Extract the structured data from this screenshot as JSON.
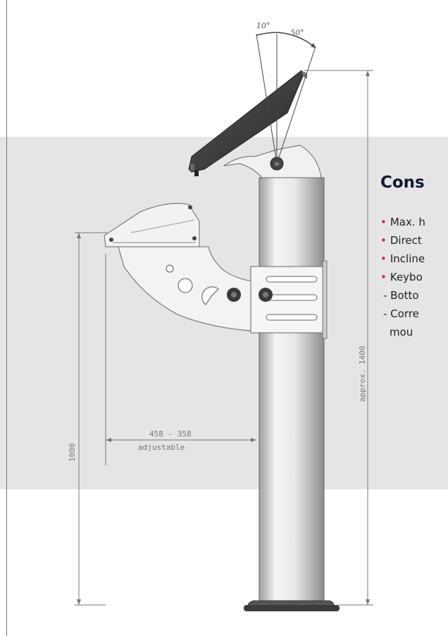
{
  "angles": {
    "back_tilt": "10°",
    "forward_tilt": "50°"
  },
  "dimensions": {
    "total_height": "approx. 1400",
    "base_height": "1000",
    "arm_range": "458 - 358",
    "arm_note": "adjustable"
  },
  "panel": {
    "title": "Cons",
    "items": [
      {
        "bullet": "•",
        "text": "Max. h"
      },
      {
        "bullet": "•",
        "text": "Direct"
      },
      {
        "bullet": "•",
        "text": "Incline"
      },
      {
        "bullet": "•",
        "text": "Keybo"
      }
    ],
    "subitems": [
      {
        "text": "- Botto"
      },
      {
        "text": "- Corre"
      },
      {
        "text": "mou"
      }
    ]
  },
  "colors": {
    "accent": "#d0243a",
    "title": "#0e1a33",
    "band": "#e5e5e5"
  }
}
